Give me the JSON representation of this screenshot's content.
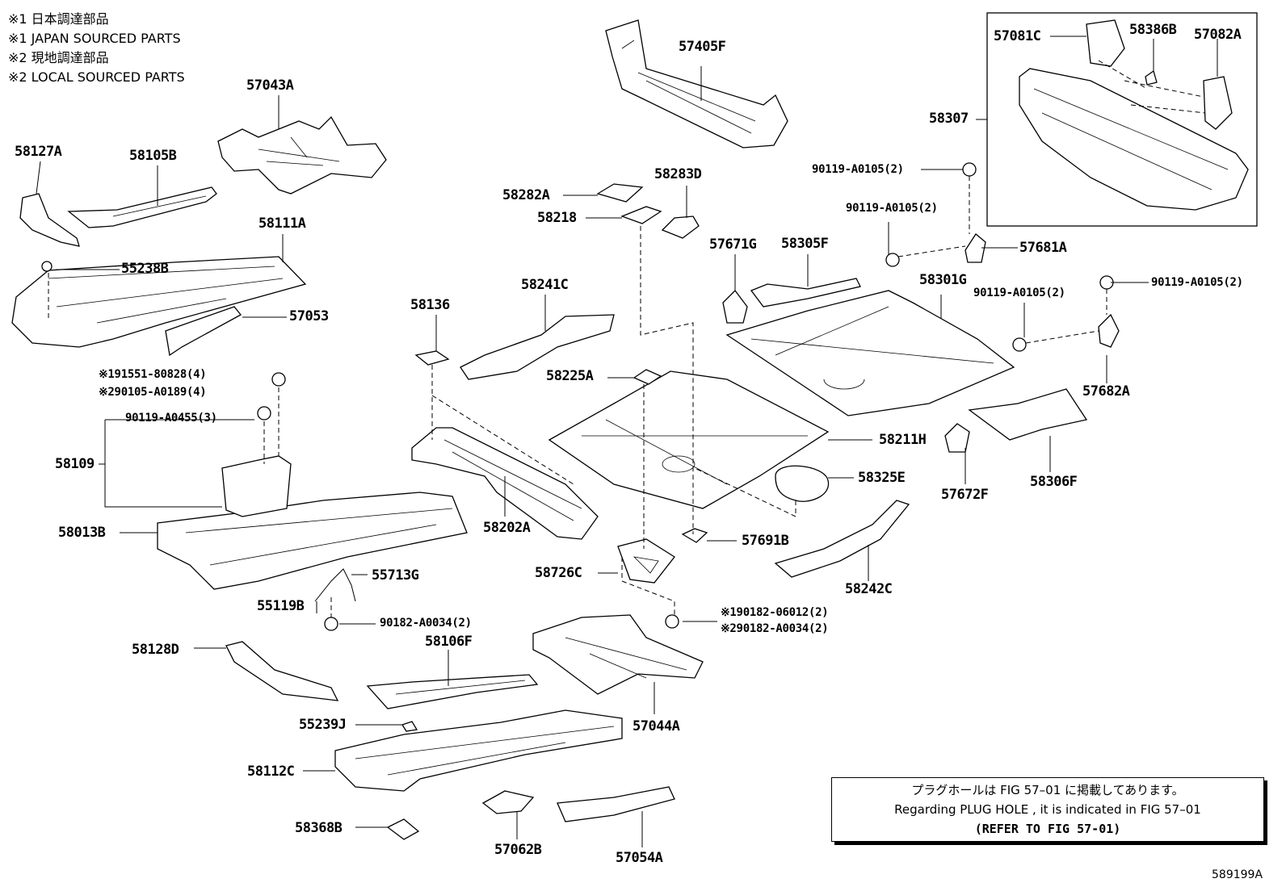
{
  "notes": [
    "※1 日本調達部品",
    "※1 JAPAN SOURCED PARTS",
    "※2 現地調達部品",
    "※2 LOCAL SOURCED PARTS"
  ],
  "parts": {
    "p57405F": "57405F",
    "p57043A": "57043A",
    "p58127A": "58127A",
    "p58105B": "58105B",
    "p58111A": "58111A",
    "p55238B": "55238B",
    "p57053": "57053",
    "p58136": "58136",
    "p58241C": "58241C",
    "p58282A": "58282A",
    "p58283D": "58283D",
    "p58218": "58218",
    "p57671G": "57671G",
    "p58305F": "58305F",
    "p58301G": "58301G",
    "p57681A": "57681A",
    "p57081C": "57081C",
    "p58386B": "58386B",
    "p57082A": "57082A",
    "p58307": "58307",
    "p58225A": "58225A",
    "p58211H": "58211H",
    "p58325E": "58325E",
    "p57682A": "57682A",
    "p58306F": "58306F",
    "p57672F": "57672F",
    "p58109": "58109",
    "p58013B": "58013B",
    "p58202A": "58202A",
    "p57691B": "57691B",
    "p58726C": "58726C",
    "p58242C": "58242C",
    "p55713G": "55713G",
    "p55119B": "55119B",
    "p58128D": "58128D",
    "p58106F": "58106F",
    "p57044A": "57044A",
    "p55239J": "55239J",
    "p58112C": "58112C",
    "p58368B": "58368B",
    "p57062B": "57062B",
    "p57054A": "57054A"
  },
  "fasteners": {
    "f_top_right_1": "90119-A0105(2)",
    "f_mid_right_1": "90119-A0105(2)",
    "f_mid_right_2": "90119-A0105(2)",
    "f_far_right": "90119-A0105(2)",
    "f_left_1": "※191551-80828(4)",
    "f_left_2": "※290105-A0189(4)",
    "f_left_3": "90119-A0455(3)",
    "f_nut_1": "90182-A0034(2)",
    "f_center_1": "※190182-06012(2)",
    "f_center_2": "※290182-A0034(2)"
  },
  "note_box": {
    "line1": "プラグホールは FIG  57–01 に掲載してあります。",
    "line2": "Regarding  PLUG  HOLE , it is indicated in FIG  57–01",
    "line3": "(REFER TO FIG 57-01)"
  },
  "figure_id": "589199A"
}
